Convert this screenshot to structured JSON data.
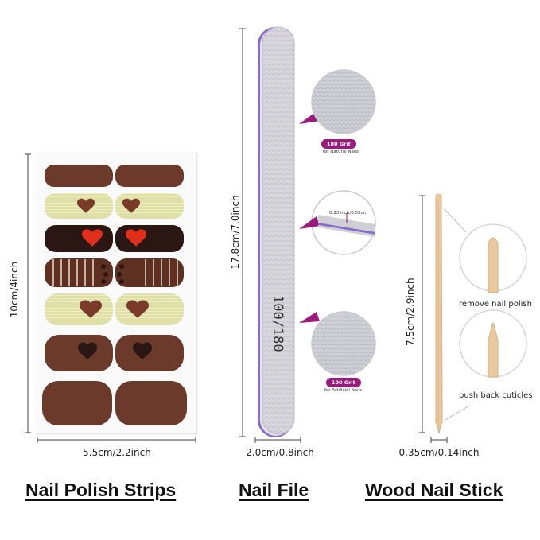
{
  "strips": {
    "width_label": "5.5cm/2.2inch",
    "height_label": "10cm/4inch",
    "title": "Nail Polish Strips",
    "colors": {
      "brown": "#6b3a2a",
      "cream": "#dfe0a6",
      "dark": "#2a1714",
      "red": "#e0301c",
      "mid_brown": "#5e3022",
      "stripe": "#f0e9d8"
    }
  },
  "file": {
    "length_label": "17.8cm/7.0inch",
    "width_label": "2.0cm/0.8inch",
    "title": "Nail File",
    "grit_text": "100/180",
    "callout_top": {
      "tag": "180 Grit",
      "sub": "for Natural Nails"
    },
    "callout_middle": {
      "thickness": "0.23 inch/0.55cm"
    },
    "callout_bottom": {
      "tag": "100 Grit",
      "sub": "for Artificial Nails"
    },
    "colors": {
      "surface": "#d6d6dc",
      "edge": "#8a6bc9",
      "accent": "#9b1b7d"
    }
  },
  "stick": {
    "length_label": "7.5cm/2.9inch",
    "width_label": "0.35cm/0.14inch",
    "title": "Wood Nail Stick",
    "callout_top": "remove nail polish",
    "callout_bottom": "push back cuticles",
    "colors": {
      "wood": "#eac9a0",
      "wood_dark": "#d9ad7c"
    }
  }
}
